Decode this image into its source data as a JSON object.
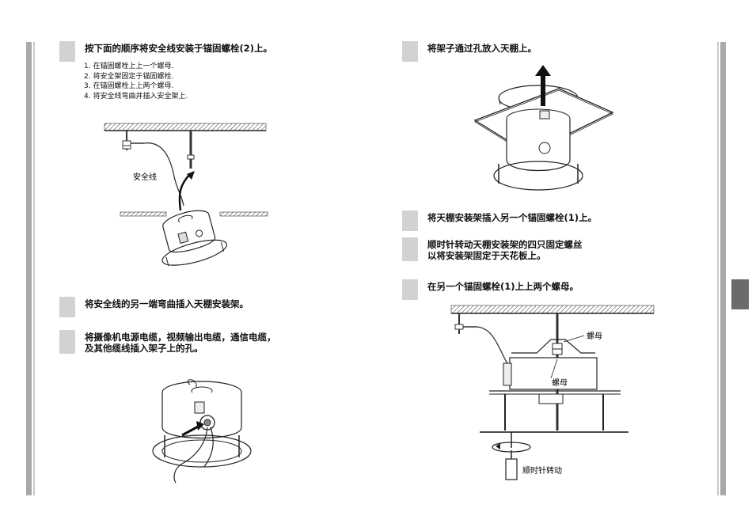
{
  "left_page": {
    "step1": {
      "title": "按下面的顺序将安全线安装于锚固螺栓(2)上。",
      "substeps": [
        "1. 在锚固螺栓上上一个螺母.",
        "2. 将安全架固定于锚固螺栓.",
        "3. 在锚固螺栓上上两个螺母.",
        "4. 将安全线弯曲并插入安全架上."
      ],
      "figure_label": "安全线"
    },
    "step2": {
      "title": "将安全线的另一端弯曲插入天棚安装架。"
    },
    "step3": {
      "title": "将摄像机电源电缆，视频输出电缆，通信电缆，\n及其他缆线插入架子上的孔。"
    }
  },
  "right_page": {
    "step1": {
      "title": "将架子通过孔放入天棚上。"
    },
    "step2": {
      "title": "将天棚安装架插入另一个锚固螺栓(1)上。"
    },
    "step3": {
      "title": "顺时针转动天棚安装架的四只固定螺丝\n以将安装架固定于天花板上。"
    },
    "step4": {
      "title": "在另一个锚固螺栓(1)上上两个螺母。",
      "label_nut_top": "螺母",
      "label_nut_bottom": "螺母",
      "label_rotate": "顺时针转动"
    }
  }
}
